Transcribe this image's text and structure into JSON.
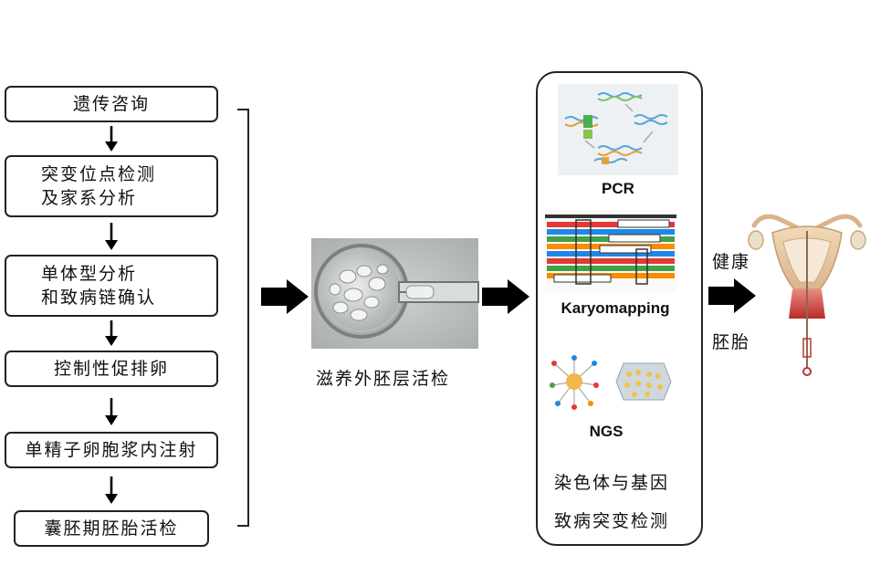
{
  "steps": [
    {
      "lines": [
        "遗传咨询"
      ]
    },
    {
      "lines": [
        "突变位点检测",
        "及家系分析"
      ]
    },
    {
      "lines": [
        "单体型分析",
        "和致病链确认"
      ]
    },
    {
      "lines": [
        "控制性促排卵"
      ]
    },
    {
      "lines": [
        "单精子卵胞浆内注射"
      ]
    },
    {
      "lines": [
        "囊胚期胚胎活检"
      ]
    }
  ],
  "biopsy": {
    "caption": "滋养外胚层活检"
  },
  "methods": [
    {
      "name": "PCR"
    },
    {
      "name": "Karyomapping"
    },
    {
      "name": "NGS"
    }
  ],
  "detection": {
    "line1": "染色体与基因",
    "line2": "致病突变检测"
  },
  "outcome": {
    "line1": "健康",
    "line2": "胚胎"
  },
  "colors": {
    "border": "#222222",
    "arrow": "#000000",
    "uterus": "#e8c9a2",
    "cervix": "#c8332e"
  }
}
